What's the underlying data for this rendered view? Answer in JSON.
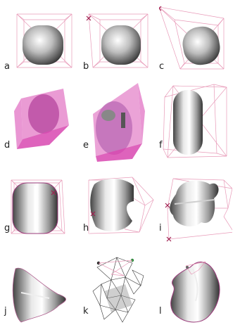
{
  "panels": [
    {
      "label": "a",
      "description": "rounded shape in cube cage, front view",
      "variant": "cube"
    },
    {
      "label": "b",
      "description": "cage with one vertex pulled to upper-left",
      "variant": "pull-ul"
    },
    {
      "label": "c",
      "description": "cage with vertex pulled far upper-left, shape tilted",
      "variant": "pull-far"
    },
    {
      "label": "d",
      "description": "magenta semi-transparent cage with inner shape",
      "variant": "magenta"
    },
    {
      "label": "e",
      "description": "taller magenta cage with elongated shape",
      "variant": "magenta-tall"
    },
    {
      "label": "f",
      "description": "elongated capsule in stretched cage",
      "variant": "capsule"
    },
    {
      "label": "g",
      "description": "capsule with mesh outline",
      "variant": "capsule-mesh"
    },
    {
      "label": "h",
      "description": "deformed capsule with notch",
      "variant": "notch"
    },
    {
      "label": "i",
      "description": "twisted shape with cage extended right",
      "variant": "twist"
    },
    {
      "label": "j",
      "description": "triangular deformed mesh",
      "variant": "tri"
    },
    {
      "label": "k",
      "description": "wireframe mesh with control points",
      "variant": "wire"
    },
    {
      "label": "l",
      "description": "curled deformed shape",
      "variant": "curl"
    }
  ],
  "colors": {
    "cage": "#e89ab8",
    "marker": "#a02050",
    "magenta": "#d848b0",
    "shape_dark": "#555555",
    "shape_light": "#ffffff"
  }
}
